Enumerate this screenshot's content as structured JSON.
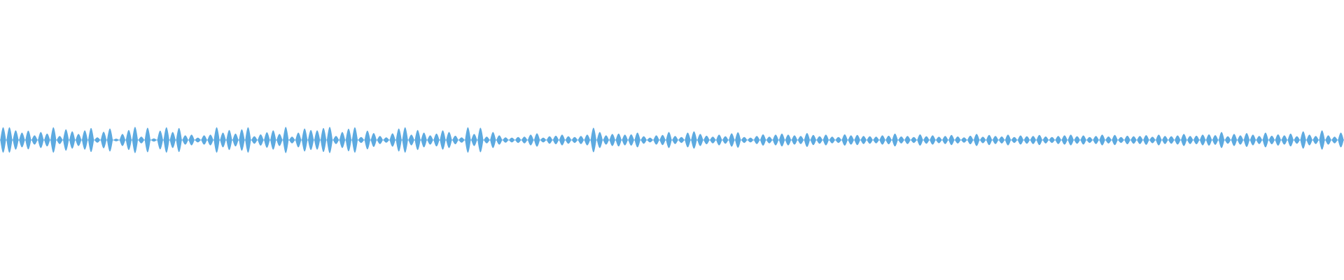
{
  "waveform": {
    "color": "#5DAAE0",
    "background": "#FFFFFF",
    "amplitudes": [
      0.95,
      0.95,
      0.72,
      0.55,
      0.7,
      0.35,
      0.6,
      0.48,
      0.95,
      0.3,
      0.8,
      0.65,
      0.45,
      0.72,
      0.9,
      0.2,
      0.62,
      0.86,
      0.1,
      0.45,
      0.75,
      0.98,
      0.25,
      0.92,
      0.12,
      0.7,
      0.95,
      0.6,
      0.9,
      0.35,
      0.4,
      0.18,
      0.35,
      0.4,
      0.95,
      0.55,
      0.75,
      0.48,
      0.8,
      0.95,
      0.28,
      0.42,
      0.58,
      0.72,
      0.45,
      0.98,
      0.25,
      0.55,
      0.86,
      0.75,
      0.72,
      0.9,
      0.98,
      0.3,
      0.6,
      0.85,
      0.95,
      0.22,
      0.7,
      0.52,
      0.3,
      0.2,
      0.5,
      0.86,
      0.95,
      0.4,
      0.75,
      0.55,
      0.35,
      0.48,
      0.72,
      0.6,
      0.32,
      0.2,
      0.95,
      0.45,
      0.92,
      0.25,
      0.6,
      0.35,
      0.2,
      0.18,
      0.22,
      0.25,
      0.4,
      0.5,
      0.18,
      0.28,
      0.32,
      0.4,
      0.28,
      0.22,
      0.3,
      0.4,
      0.92,
      0.6,
      0.35,
      0.45,
      0.48,
      0.4,
      0.42,
      0.55,
      0.28,
      0.18,
      0.35,
      0.38,
      0.6,
      0.3,
      0.22,
      0.55,
      0.65,
      0.45,
      0.32,
      0.25,
      0.4,
      0.28,
      0.5,
      0.58,
      0.22,
      0.18,
      0.3,
      0.42,
      0.25,
      0.4,
      0.48,
      0.4,
      0.35,
      0.3,
      0.52,
      0.38,
      0.28,
      0.4,
      0.25,
      0.22,
      0.42,
      0.35,
      0.38,
      0.3,
      0.28,
      0.25,
      0.35,
      0.32,
      0.48,
      0.26,
      0.3,
      0.22,
      0.42,
      0.28,
      0.35,
      0.24,
      0.3,
      0.38,
      0.26,
      0.2,
      0.32,
      0.45,
      0.24,
      0.38,
      0.3,
      0.26,
      0.4,
      0.22,
      0.34,
      0.28,
      0.3,
      0.38,
      0.26,
      0.22,
      0.3,
      0.35,
      0.4,
      0.28,
      0.34,
      0.22,
      0.3,
      0.4,
      0.26,
      0.38,
      0.22,
      0.32,
      0.28,
      0.3,
      0.36,
      0.24,
      0.4,
      0.3,
      0.28,
      0.34,
      0.45,
      0.3,
      0.32,
      0.4,
      0.42,
      0.36,
      0.6,
      0.28,
      0.45,
      0.35,
      0.52,
      0.4,
      0.3,
      0.55,
      0.32,
      0.42,
      0.35,
      0.48,
      0.28,
      0.65,
      0.4,
      0.3,
      0.72,
      0.35,
      0.25,
      0.55
    ]
  }
}
